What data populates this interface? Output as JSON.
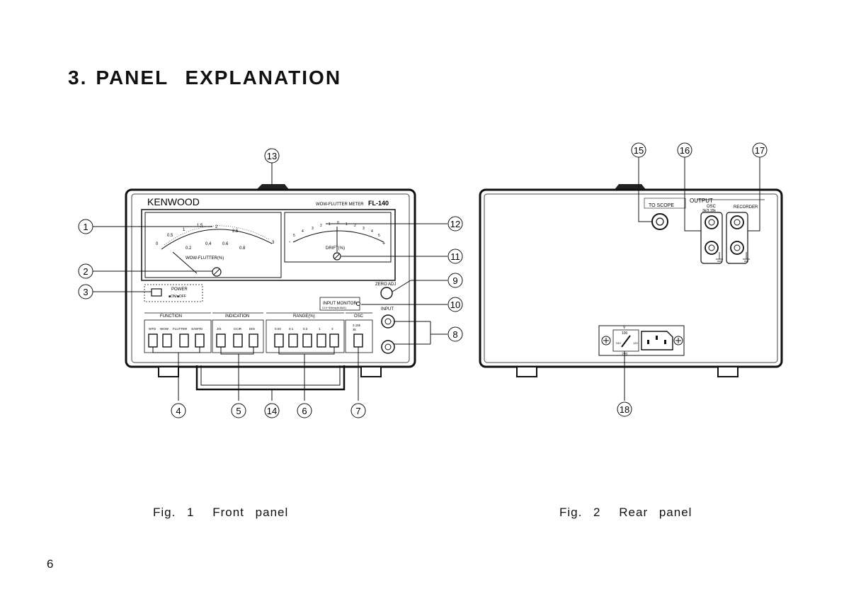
{
  "section": {
    "number": "3.",
    "title": "PANEL EXPLANATION"
  },
  "page_number": "6",
  "figures": [
    {
      "label": "Fig. 1",
      "caption": "Front panel"
    },
    {
      "label": "Fig. 2",
      "caption": "Rear panel"
    }
  ],
  "front_panel": {
    "brand": "KENWOOD",
    "model_text": "WOW-FLUTTER METER",
    "model": "FL-140",
    "meter_wf": {
      "label": "WOW-FLUTTER(%)",
      "upper_ticks": [
        "0.5",
        "1",
        "1.5",
        "2",
        "2.5"
      ],
      "lower_ticks": [
        "0",
        "0.2",
        "0.4",
        "0.6",
        "0.8",
        "3"
      ]
    },
    "meter_drift": {
      "label": "DRIFT(%)",
      "ticks": [
        "5",
        "4",
        "3",
        "2",
        "1",
        "0",
        "1",
        "2",
        "3",
        "4",
        "5"
      ],
      "minus": "-",
      "plus": "+"
    },
    "power": {
      "label": "POWER",
      "state": "■ON/■OFF"
    },
    "zero_adj": "ZERO ADJ",
    "input_monitor": {
      "label": "INPUT MONITOR",
      "sub": "0.1V~5Vrms(4k.MAX)"
    },
    "input": "INPUT",
    "groups": [
      {
        "name": "FUNCTION",
        "keys": [
          "WTD",
          "WOW",
          "FLUTTER",
          "SAWTD"
        ]
      },
      {
        "name": "INDICATION",
        "keys": [
          "JIS",
          "CCIR",
          "DIN"
        ]
      },
      {
        "name": "RANGE(%)",
        "keys": [
          "0.03",
          "0.1",
          "0.3",
          "1",
          "3"
        ]
      },
      {
        "name": "OSC",
        "keys": [
          "3.15k",
          "3k"
        ]
      }
    ],
    "callouts": [
      "1",
      "2",
      "3",
      "4",
      "5",
      "6",
      "7",
      "8",
      "9",
      "10",
      "11",
      "12",
      "13",
      "14"
    ]
  },
  "rear_panel": {
    "to_scope": "TO SCOPE",
    "output": "OUTPUT",
    "osc": {
      "label": "OSC",
      "sub": "3k/3.15k"
    },
    "recorder": "RECORDER",
    "voltage": {
      "top": "100",
      "left": "240",
      "right": "120",
      "bottom": "220",
      "mark": "V"
    },
    "callouts": [
      "15",
      "16",
      "17",
      "18"
    ]
  }
}
